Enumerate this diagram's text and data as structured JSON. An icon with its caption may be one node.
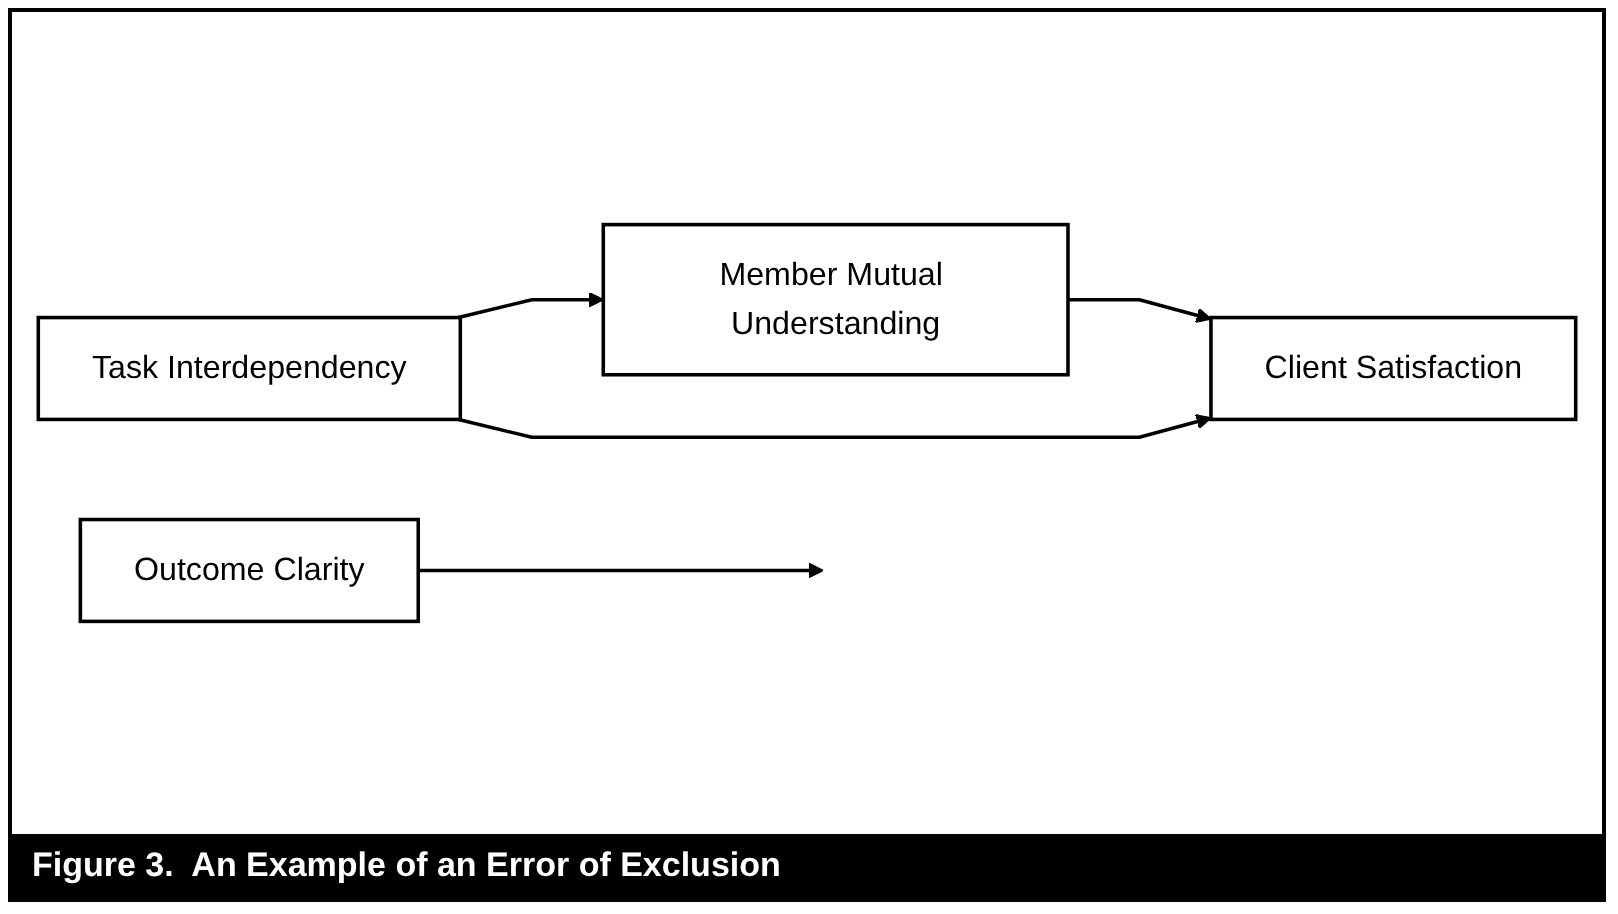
{
  "diagram": {
    "caption": "Figure 3.  An Example of an Error of Exclusion",
    "nodes": [
      {
        "text": [
          "Member Mutual Understanding"
        ]
      },
      {
        "text": [
          "Client Satisfaction"
        ]
      },
      {
        "text": [
          "Task Interdependency"
        ]
      },
      {
        "text": [
          "Outcome Clarity"
        ]
      }
    ],
    "edges": [
      {
        "from": 2,
        "to": 0,
        "arrow": "to"
      },
      {
        "from": 0,
        "to": 1,
        "arrow": "to"
      },
      {
        "from": 2,
        "to": 1,
        "arrow": "to"
      },
      {
        "from": 3,
        "to": null,
        "arrow": "to"
      }
    ]
  }
}
